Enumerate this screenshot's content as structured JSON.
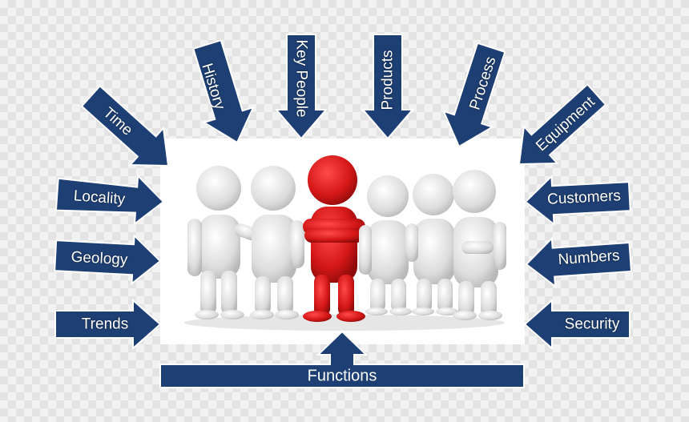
{
  "arrows": {
    "time": "Time",
    "history": "History",
    "key_people": "Key People",
    "products": "Products",
    "process": "Process",
    "equipment": "Equipment",
    "locality": "Locality",
    "customers": "Customers",
    "geology": "Geology",
    "numbers": "Numbers",
    "trends": "Trends",
    "security": "Security"
  },
  "bottom_bar": {
    "label": "Functions"
  },
  "colors": {
    "arrow_fill": "#1e3f73",
    "leader_figure": "#d41717",
    "team_figures": "#e2e2e2"
  },
  "scene": {
    "figures": [
      "team-figure",
      "team-figure",
      "leader-figure",
      "team-figure",
      "team-figure",
      "team-figure"
    ]
  }
}
